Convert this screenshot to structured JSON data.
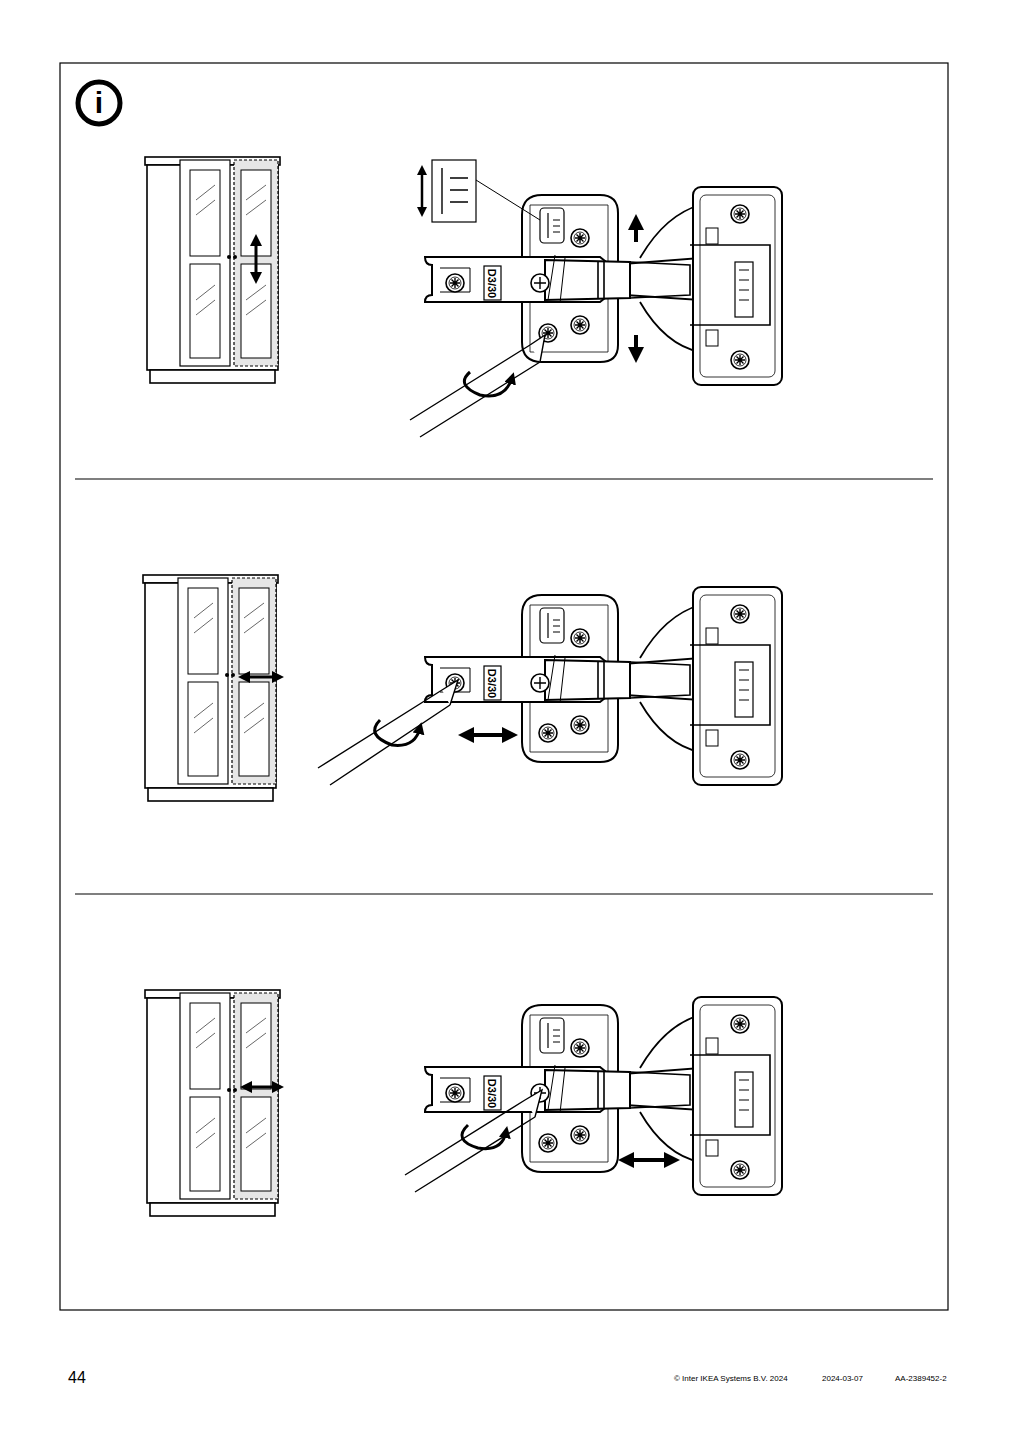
{
  "diagram": {
    "labels": [
      "i",
      "D3/30",
      "D3/30",
      "D3/30",
      "44",
      "© Inter IKEA Systems B.V. 2024",
      "2024-03-07",
      "AA-2389452-2"
    ]
  }
}
